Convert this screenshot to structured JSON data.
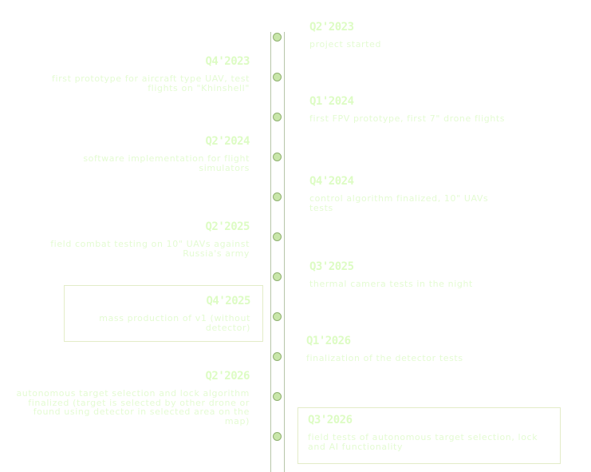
{
  "events": [
    {
      "date": "Q2'2023",
      "text": "project started"
    },
    {
      "date": "Q4'2023",
      "text": "first prototype for aircraft type UAV, test flights on \"Khinshell\""
    },
    {
      "date": "Q1'2024",
      "text": "first FPV prototype, first 7\" drone flights"
    },
    {
      "date": "Q2'2024",
      "text": "software implementation for flight simulators"
    },
    {
      "date": "Q4'2024",
      "text": "control algorithm finalized, 10\" UAVs tests"
    },
    {
      "date": "Q2'2025",
      "text": "field combat testing on 10\" UAVs against Russia's army"
    },
    {
      "date": "Q3'2025",
      "text": "thermal camera tests in the night"
    },
    {
      "date": "Q4'2025",
      "text": "mass production of v1 (without detector)"
    },
    {
      "date": "Q1'2026",
      "text": "finalization of the detector tests"
    },
    {
      "date": "Q2'2026",
      "text": "autonomous target selection and lock algorithm finalized (target is selected by other drone or found using detector in selected area on the map)"
    },
    {
      "date": "Q3'2026",
      "text": "field tests of autonomous target selection, lock and AI functionality"
    }
  ]
}
